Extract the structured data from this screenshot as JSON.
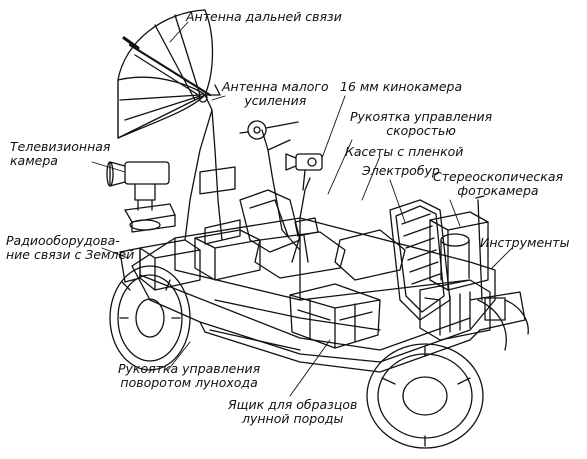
{
  "labels": {
    "long_range_antenna": "Антенна дальней связи",
    "low_gain_antenna_l1": "Антенна малого",
    "low_gain_antenna_l2": "усиления",
    "movie_camera": "16 мм кинокамера",
    "speed_handle_l1": "Рукоятка управления",
    "speed_handle_l2": "скоростью",
    "film_cassettes": "Касеты с пленкой",
    "electric_drill": "Электробур",
    "tv_camera_l1": "Телевизионная",
    "tv_camera_l2": "камера",
    "stereo_camera_l1": "Стереоскопическая",
    "stereo_camera_l2": "фотокамера",
    "radio_equipment_l1": "Радиооборудова-",
    "radio_equipment_l2": "ние связи с Землей",
    "instruments": "Инструменты",
    "steering_handle_l1": "Рукоятка управления",
    "steering_handle_l2": "поворотом лунохода",
    "sample_box_l1": "Ящик для образцов",
    "sample_box_l2": "лунной породы"
  },
  "colors": {
    "ink": "#111111",
    "paper": "#ffffff"
  }
}
